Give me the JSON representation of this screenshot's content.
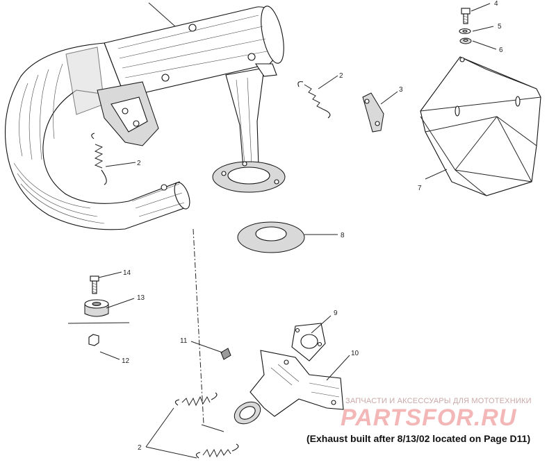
{
  "callouts": [
    "2",
    "2",
    "3",
    "4",
    "5",
    "6",
    "7",
    "8",
    "9",
    "10",
    "11",
    "12",
    "13",
    "14",
    "2"
  ],
  "watermark": {
    "tagline": "ЗАПЧАСТИ И АКСЕССУАРЫ ДЛЯ МОТОТЕХНИКИ",
    "logo": "PARTSFOR.RU"
  },
  "note": "(Exhaust built after 8/13/02 located on Page D11)"
}
